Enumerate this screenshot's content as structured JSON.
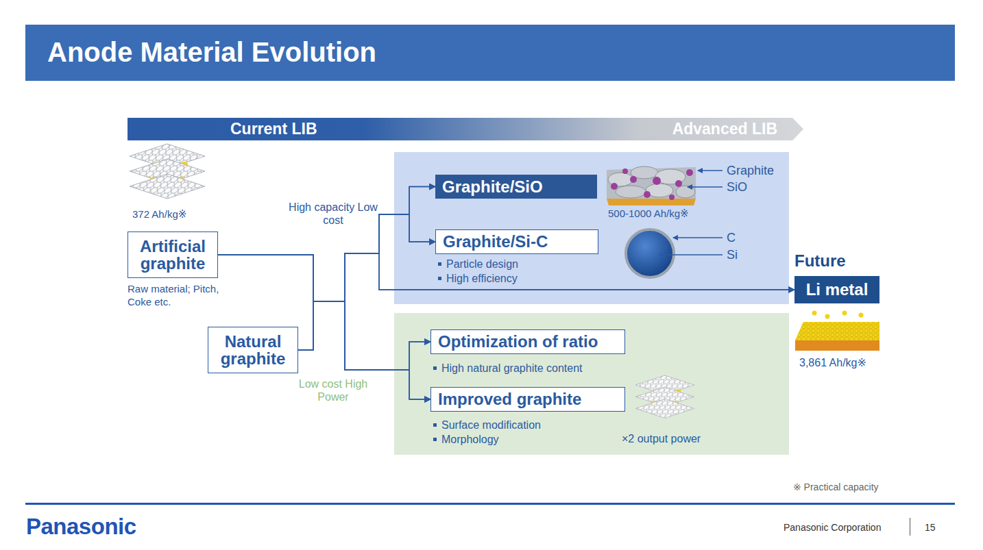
{
  "diagram": {
    "title": "Anode Material Evolution",
    "nodes": [
      {
        "text": [
          "Current LIB",
          "Advanced LIB"
        ]
      },
      {
        "text": [
          "Artificial graphite"
        ]
      },
      {
        "text": [
          "Graphite/SiO"
        ]
      },
      {
        "text": [
          "Graphite/Si-C"
        ]
      },
      {
        "text": [
          "Future",
          "Li metal"
        ]
      },
      {
        "text": [
          "Natural graphite"
        ]
      },
      {
        "text": [
          "Optimization of ratio"
        ]
      },
      {
        "text": [
          "Improved graphite"
        ]
      }
    ],
    "edges": [
      {
        "from": 1,
        "to": 2,
        "arrow": "to"
      },
      {
        "from": 1,
        "to": 3,
        "arrow": "to"
      },
      {
        "from": 1,
        "to": 4,
        "arrow": "to"
      },
      {
        "from": 1,
        "to": 6,
        "arrow": "to"
      },
      {
        "from": 1,
        "to": 7,
        "arrow": "to"
      },
      {
        "from": 5,
        "to": 2,
        "arrow": "to"
      },
      {
        "from": 5,
        "to": 3,
        "arrow": "to"
      },
      {
        "from": 5,
        "to": 4,
        "arrow": "to"
      },
      {
        "from": 5,
        "to": 6,
        "arrow": "to"
      },
      {
        "from": 5,
        "to": 7,
        "arrow": "to"
      }
    ],
    "labels": [
      "372 Ah/kg※",
      "Raw material; Pitch, Coke etc.",
      "High capacity Low cost",
      "Low cost High Power",
      "500-1000 Ah/kg※",
      "Graphite",
      "SiO",
      "C",
      "Si",
      "Particle design",
      "High efficiency",
      "High natural graphite content",
      "Surface modification",
      "Morphology",
      "×2 output power",
      "3,861 Ah/kg※",
      "※ Practical capacity",
      "Panasonic",
      "Panasonic Corporation",
      "15"
    ]
  }
}
